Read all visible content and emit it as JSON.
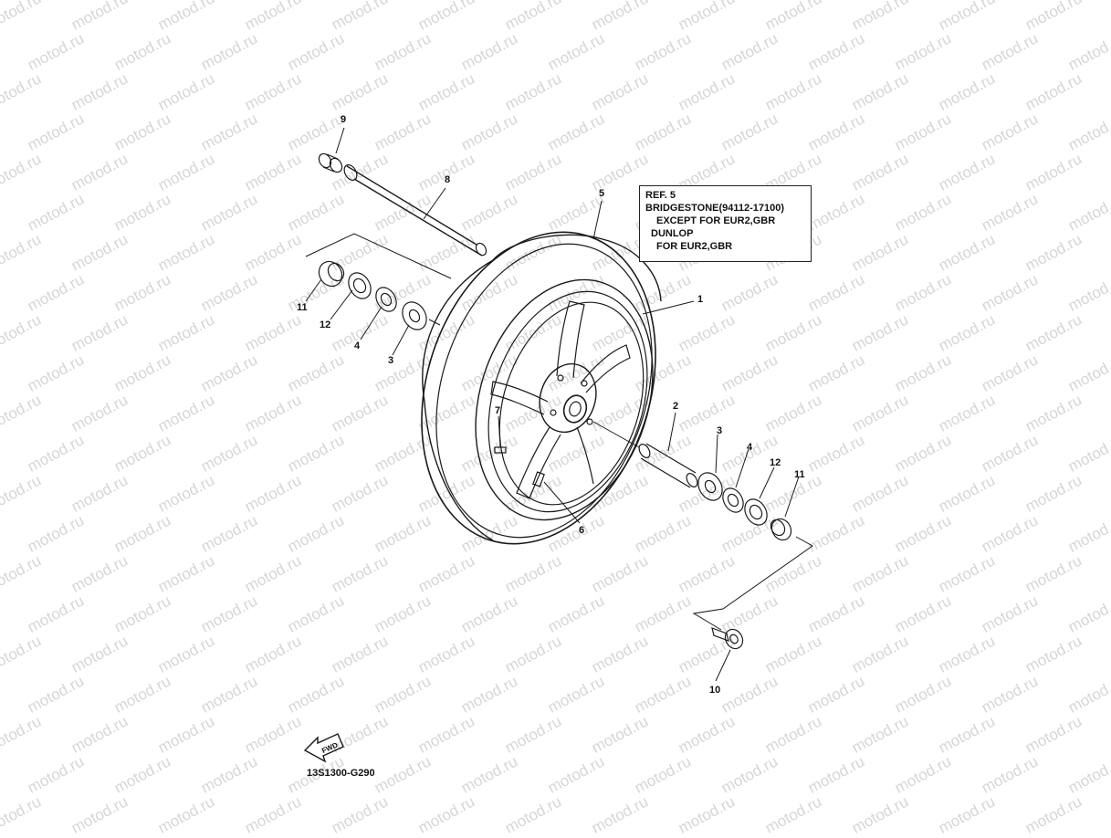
{
  "watermark": {
    "text": "motod.ru"
  },
  "reference": {
    "ref": "REF. 5",
    "line1": "BRIDGESTONE(94112-17100)",
    "line2": "EXCEPT FOR EUR2,GBR",
    "line3": "DUNLOP",
    "line4": "FOR EUR2,GBR"
  },
  "fwd_label": "FWD",
  "diagram_code": "13S1300-G290",
  "callouts": {
    "c1": "1",
    "c2": "2",
    "c3a": "3",
    "c3b": "3",
    "c4a": "4",
    "c4b": "4",
    "c5": "5",
    "c6": "6",
    "c7": "7",
    "c8": "8",
    "c9": "9",
    "c10": "10",
    "c11a": "11",
    "c11b": "11",
    "c12a": "12",
    "c12b": "12"
  }
}
